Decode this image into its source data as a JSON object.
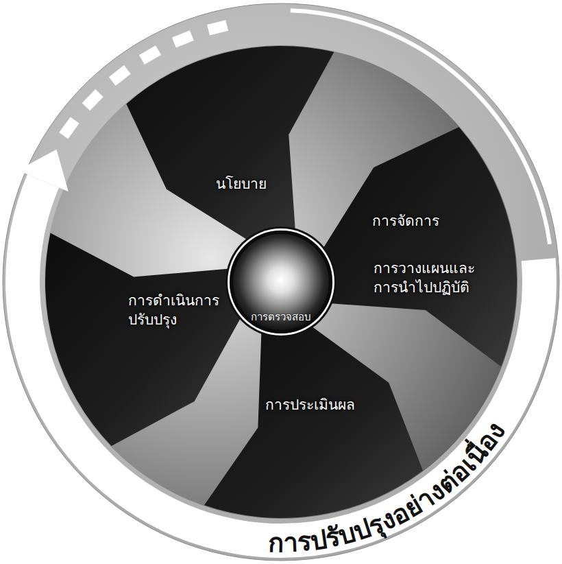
{
  "diagram": {
    "nodes": [
      {
        "text": [
          "นโยบาย"
        ]
      },
      {
        "text": [
          "การจัดการ"
        ]
      },
      {
        "text": [
          "การวางแผนและ การนำไปปฏิบัติ"
        ]
      },
      {
        "text": [
          "การประเมินผล"
        ]
      },
      {
        "text": [
          "การดำเนินการ ปรับปรุง"
        ]
      },
      {
        "text": [
          "การตรวจสอบ"
        ]
      }
    ],
    "labels": [
      "การปรับปรุงอย่างต่อเนื่อง"
    ]
  }
}
